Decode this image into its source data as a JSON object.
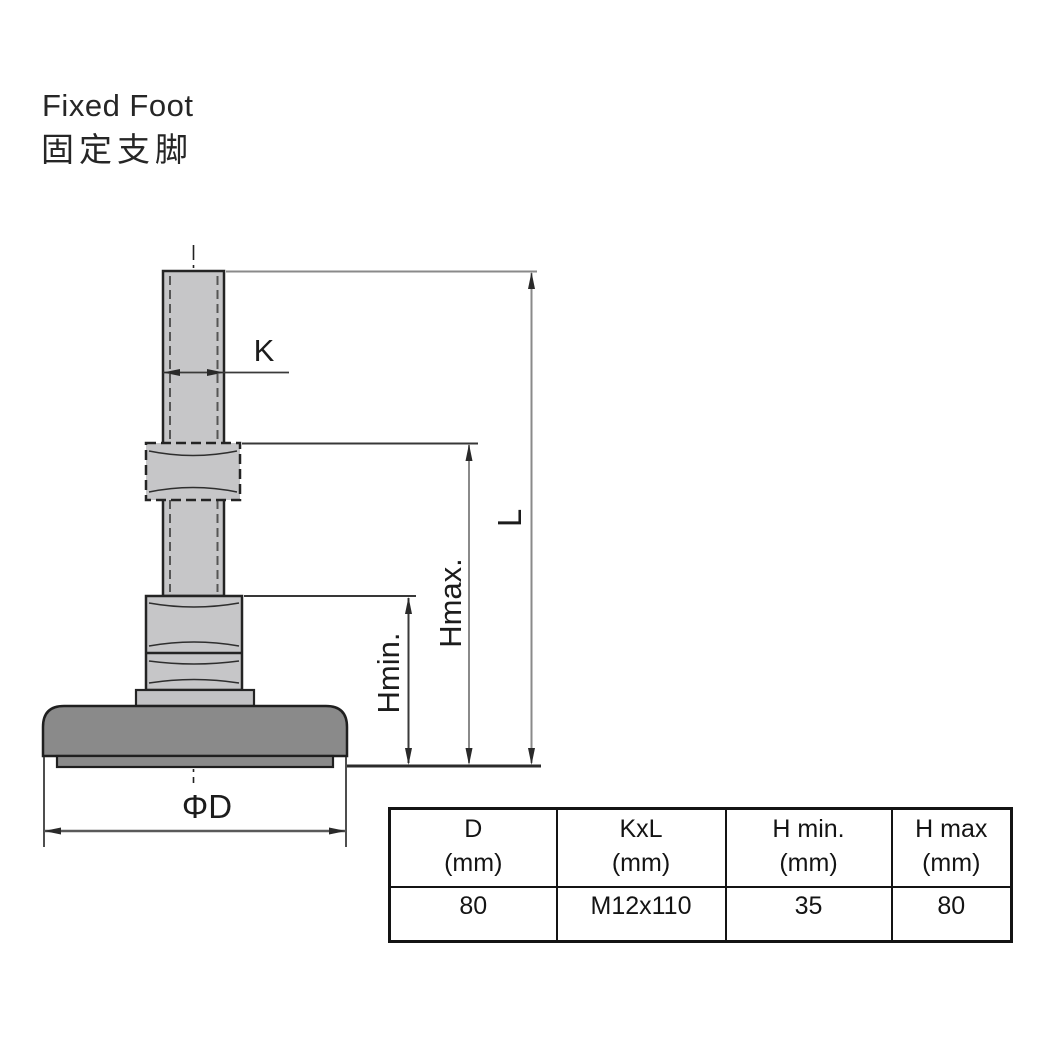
{
  "title": {
    "en": "Fixed Foot",
    "zh": "固定支脚"
  },
  "diagram": {
    "part": "fixed-foot-leveling-mount",
    "dimension_labels": {
      "thread_diameter": "K",
      "overall_length": "L",
      "height_max": "Hmax.",
      "height_min": "Hmin.",
      "base_diameter": "ΦD"
    },
    "colors": {
      "metal_fill": "#c6c6c8",
      "base_fill": "#8a8a8a",
      "outline": "#212121",
      "dim_line_dark": "#3a3a3a",
      "dim_line_gray": "#8a8a8a",
      "label_text": "#1c1c1c"
    }
  },
  "spec_table": {
    "columns": [
      {
        "name": "D",
        "unit": "(mm)"
      },
      {
        "name": "KxL",
        "unit": "(mm)"
      },
      {
        "name": "H min.",
        "unit": "(mm)"
      },
      {
        "name": "H max",
        "unit": "(mm)"
      }
    ],
    "rows": [
      {
        "d": "80",
        "kxl": "M12x110",
        "h_min": "35",
        "h_max": "80"
      }
    ]
  }
}
